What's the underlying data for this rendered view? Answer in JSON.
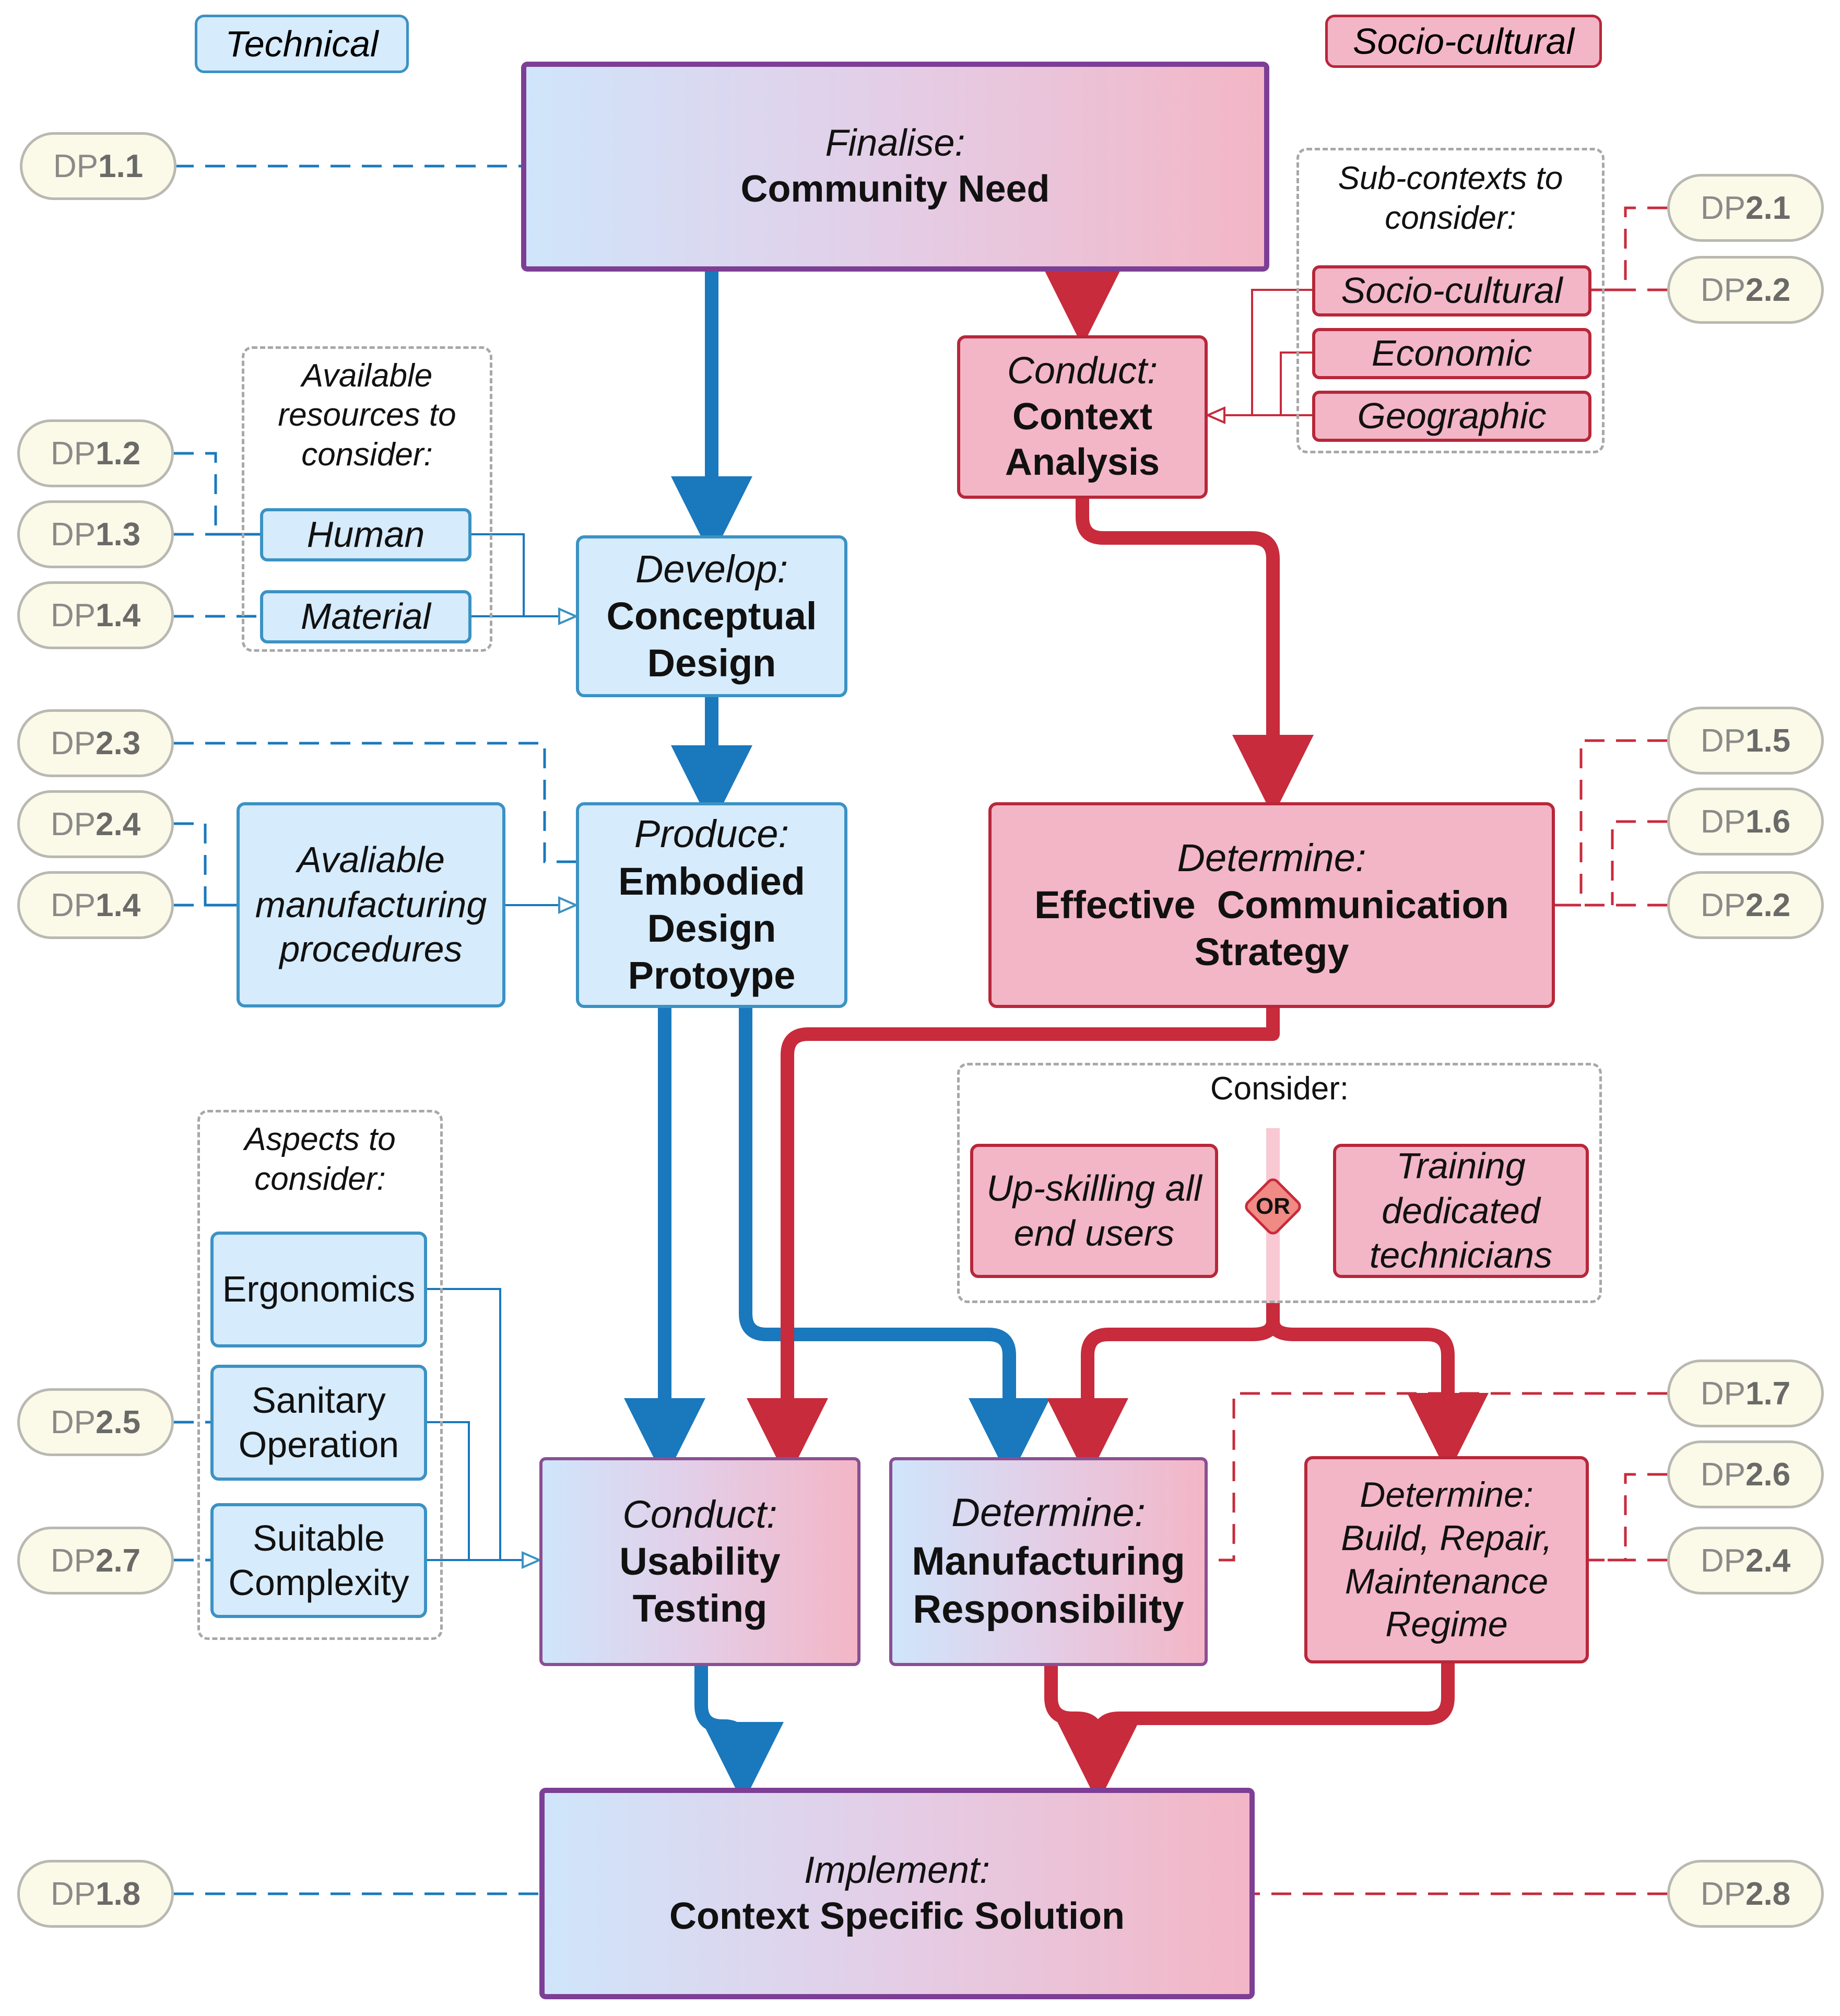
{
  "legend": {
    "technical": "Technical",
    "socio_cultural": "Socio-cultural"
  },
  "nodes": {
    "community_need": {
      "verb": "Finalise:",
      "title": "Community Need"
    },
    "context_analysis": {
      "verb": "Conduct:",
      "title_1": "Context",
      "title_2": "Analysis"
    },
    "conceptual_design": {
      "verb": "Develop:",
      "title_1": "Conceptual",
      "title_2": "Design"
    },
    "embodied_design": {
      "verb": "Produce:",
      "title_1": "Embodied",
      "title_2": "Design",
      "title_3": "Protoype"
    },
    "communication_strategy": {
      "verb": "Determine:",
      "title_1": "Effective  Communication",
      "title_2": "Strategy"
    },
    "usability_testing": {
      "verb": "Conduct:",
      "title_1": "Usability",
      "title_2": "Testing"
    },
    "manufacturing_responsibility": {
      "verb": "Determine:",
      "title_1": "Manufacturing",
      "title_2": "Responsibility"
    },
    "build_regime": {
      "line_1": "Determine:",
      "line_2": "Build, Repair,",
      "line_3": "Maintenance",
      "line_4": "Regime"
    },
    "solution": {
      "verb": "Implement:",
      "title": "Context Specific Solution"
    }
  },
  "groups": {
    "sub_contexts": {
      "head_1": "Sub-contexts to",
      "head_2": "consider:",
      "items": [
        "Socio-cultural",
        "Economic",
        "Geographic"
      ]
    },
    "resources": {
      "head_1": "Available",
      "head_2": "resources to",
      "head_3": "consider:",
      "items": [
        "Human",
        "Material"
      ]
    },
    "manufacturing_procedures": {
      "line_1": "Avaliable",
      "line_2": "manufacturing",
      "line_3": "procedures"
    },
    "consider": {
      "head": "Consider:",
      "option_a_1": "Up-skilling all",
      "option_a_2": "end users",
      "or": "OR",
      "option_b_1": "Training",
      "option_b_2": "dedicated",
      "option_b_3": "technicians"
    },
    "aspects": {
      "head_1": "Aspects to",
      "head_2": "consider:",
      "items": [
        [
          "Ergonomics"
        ],
        [
          "Sanitary",
          "Operation"
        ],
        [
          "Suitable",
          "Complexity"
        ]
      ]
    }
  },
  "design_principles": {
    "prefix": "DP",
    "left": [
      "1.1",
      "1.2",
      "1.3",
      "1.4",
      "2.3",
      "2.4",
      "1.4",
      "2.5",
      "2.7",
      "1.8"
    ],
    "right": [
      "2.1",
      "2.2",
      "1.5",
      "1.6",
      "2.2",
      "1.7",
      "2.6",
      "2.4",
      "2.8"
    ]
  },
  "colors": {
    "technical": "#1a78bd",
    "socio_cultural": "#c72b3c",
    "technical_fill": "#d6ebfb",
    "socio_fill": "#f3b6c6",
    "dp_fill": "#fbf9e8"
  }
}
